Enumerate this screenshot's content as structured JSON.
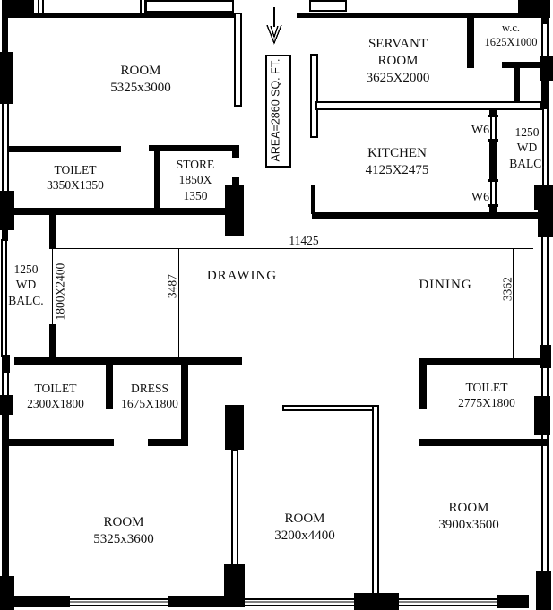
{
  "area_note": "AREA=2860 SQ. FT.",
  "colors": {
    "ink": "#000000",
    "paper": "#ffffff"
  },
  "rooms": {
    "room_top_left": {
      "name": "ROOM",
      "size": "5325x3000"
    },
    "toilet_top_left": {
      "name": "TOILET",
      "size": "3350X1350"
    },
    "store": {
      "name": "STORE",
      "size_line1": "1850X",
      "size_line2": "1350"
    },
    "servant_room": {
      "name_line1": "SERVANT",
      "name_line2": "ROOM",
      "size": "3625X2000"
    },
    "wc": {
      "name": "w.c.",
      "size": "1625X1000"
    },
    "kitchen": {
      "name": "KITCHEN",
      "size": "4125X2475"
    },
    "balcony_right": {
      "line1": "1250",
      "line2": "WD",
      "line3": "BALC."
    },
    "balcony_left": {
      "line1": "1250",
      "line2": "WD",
      "line3": "BALC."
    },
    "drawing_room": {
      "name": "DRAWING"
    },
    "dining_room": {
      "name": "DINING"
    },
    "toilet_lower_left": {
      "name": "TOILET",
      "size": "2300X1800"
    },
    "dress": {
      "name": "DRESS",
      "size": "1675X1800"
    },
    "toilet_lower_right": {
      "name": "TOILET",
      "size": "2775X1800"
    },
    "room_bottom_left": {
      "name": "ROOM",
      "size": "5325x3600"
    },
    "room_bottom_middle": {
      "name": "ROOM",
      "size": "3200x4400"
    },
    "room_bottom_right": {
      "name": "ROOM",
      "size": "3900x3600"
    }
  },
  "dimensions": {
    "overall_width": "11425",
    "drawing_depth": "3487",
    "dining_depth": "3362",
    "balcony_left_size": "1800X2400"
  },
  "window_labels": {
    "upper": "W6",
    "lower": "W6"
  }
}
